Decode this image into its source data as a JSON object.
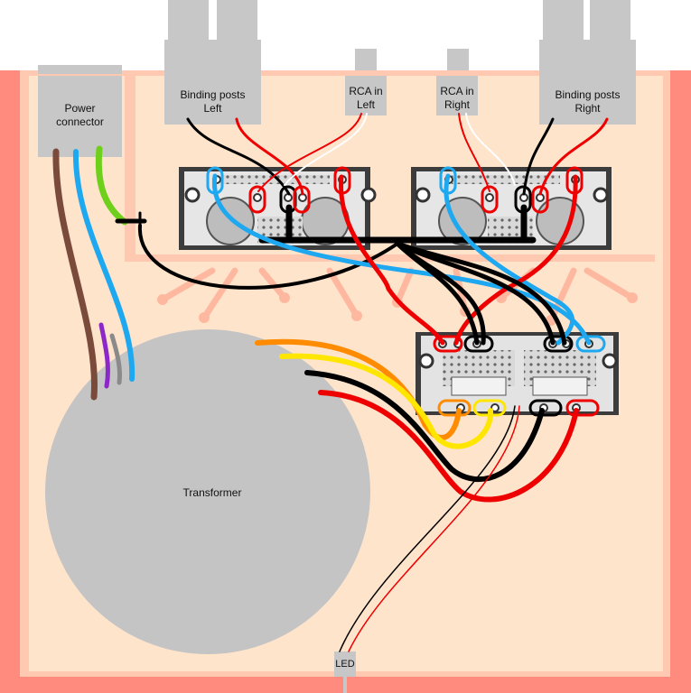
{
  "labels": {
    "power_connector": "Power\nconnector",
    "binding_left": "Binding posts\nLeft",
    "rca_left": "RCA in\nLeft",
    "rca_right": "RCA in\nRight",
    "binding_right": "Binding posts\nRight",
    "transformer": "Transformer",
    "led": "LED"
  },
  "colors": {
    "case": "#ff8a7e",
    "case_inner": "#ffe4cc",
    "case_rib": "#ffc8b0",
    "component_grey": "#c7c7c7",
    "transformer_grey": "#c4c4c4",
    "pcb_dark": "#4a4a4a",
    "wire_black": "#000000",
    "wire_red": "#ee0000",
    "wire_blue": "#1ea8f0",
    "wire_brown": "#7a4a3a",
    "wire_green": "#6fd01c",
    "wire_orange": "#ff8c00",
    "wire_yellow": "#ffe600",
    "wire_purple": "#8c28c8",
    "wire_grey": "#8a8a8a"
  },
  "icons": [
    "screw-terminal-icon",
    "capacitor-icon",
    "mounting-hole-icon"
  ]
}
